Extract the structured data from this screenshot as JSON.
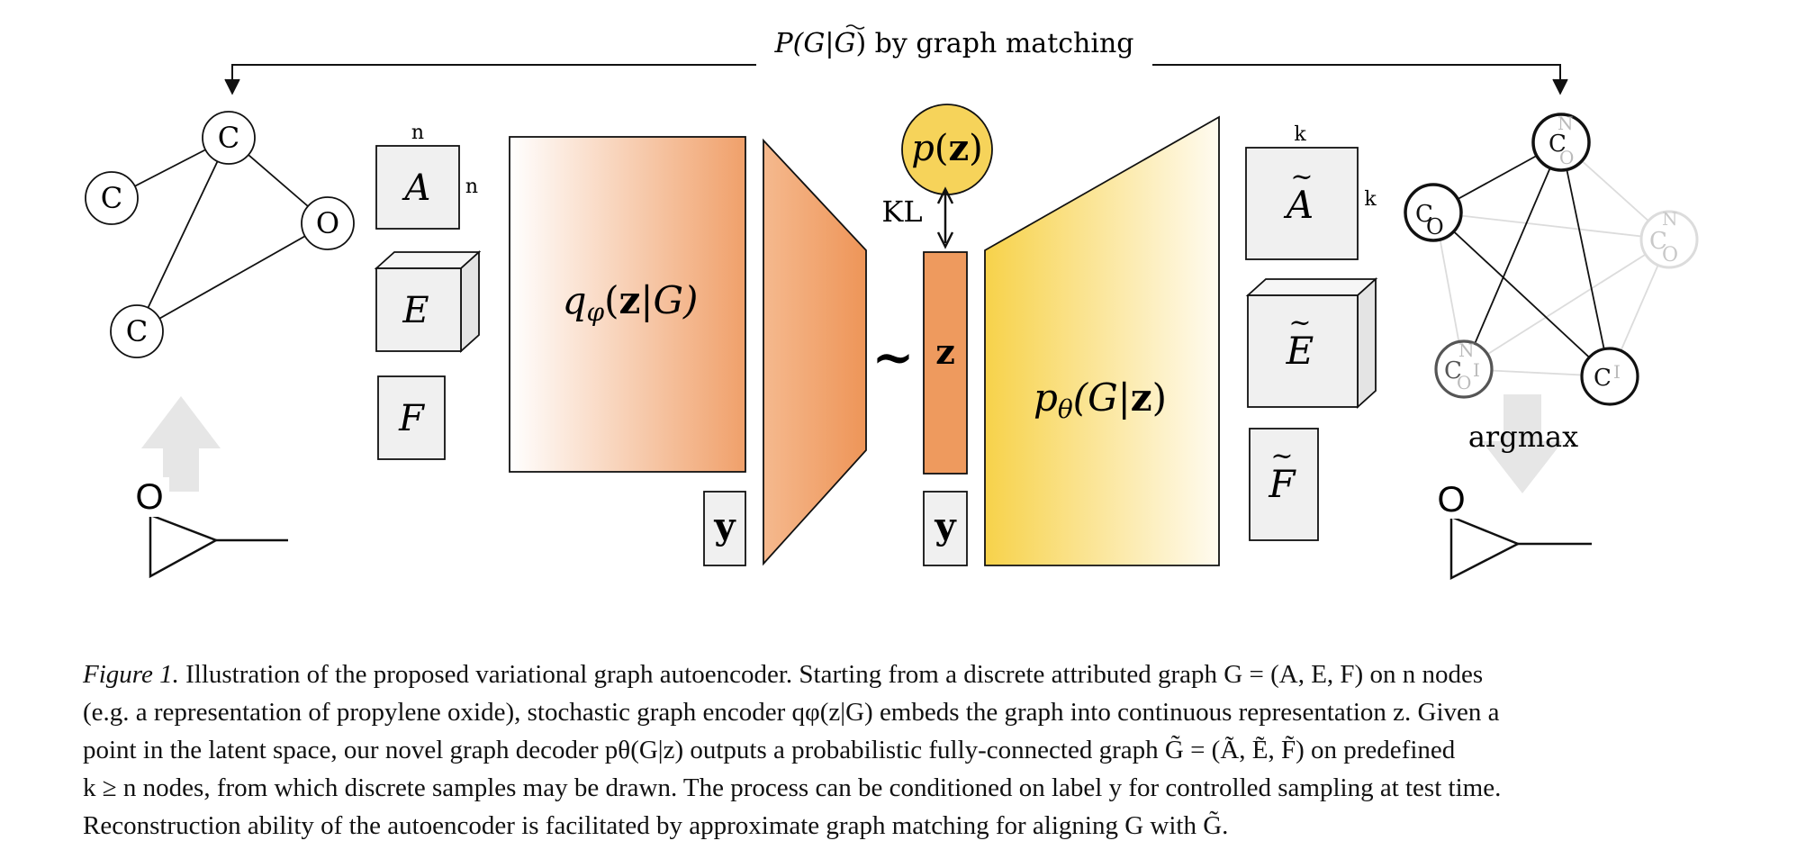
{
  "figure": {
    "top_label": {
      "prefix": "P(G|",
      "gtilde": "G",
      "suffix": ") by graph matching"
    },
    "input_graph": {
      "nodes": [
        "C",
        "C",
        "O",
        "C"
      ]
    },
    "input_matrices": {
      "A": "A",
      "E": "E",
      "F": "F",
      "dim_n_top": "n",
      "dim_n_side": "n"
    },
    "encoder": {
      "q": "q",
      "sub": "φ",
      "open": "(",
      "z": "z",
      "rest": "|G)"
    },
    "label_y_encoder": "y",
    "tilde_symbol": "~",
    "latent_z": "z",
    "label_y_latent": "y",
    "prior": {
      "p": "p",
      "open": "(",
      "z": "z",
      "close": ")"
    },
    "kl_label": "KL",
    "decoder": {
      "p": "p",
      "sub": "θ",
      "rest_open": "(G|",
      "z": "z",
      "close": ")"
    },
    "output_matrices": {
      "A": "A",
      "E": "E",
      "F": "F",
      "tilde": "~",
      "dim_k_top": "k",
      "dim_k_side": "k"
    },
    "output_graph": {
      "node_labels": [
        "C",
        "N",
        "O",
        "C",
        "O",
        "C",
        "N",
        "O",
        "C",
        "N",
        "O",
        "I",
        "C",
        "I"
      ]
    },
    "argmax_label": "argmax",
    "molecule_atom_left": "O",
    "molecule_atom_right": "O",
    "colors": {
      "encoder_orange": "#f0a06a",
      "latent_orange": "#ee9a5e",
      "decoder_yellow": "#f7d24a",
      "prior_yellow": "#f6d35a",
      "matrix_gray": "#f0f0f0",
      "arrow_gray": "#e6e6e6"
    }
  },
  "caption": {
    "label": "Figure 1.",
    "line1": "Illustration of the proposed variational graph autoencoder. Starting from a discrete attributed graph G = (A, E, F) on n nodes",
    "line2": "(e.g. a representation of propylene oxide), stochastic graph encoder qφ(z|G) embeds the graph into continuous representation z. Given a",
    "line3": "point in the latent space, our novel graph decoder pθ(G|z) outputs a probabilistic fully-connected graph G̃ = (Ã, Ẽ, F̃) on predefined",
    "line4": "k ≥ n nodes, from which discrete samples may be drawn. The process can be conditioned on label y for controlled sampling at test time.",
    "line5": "Reconstruction ability of the autoencoder is facilitated by approximate graph matching for aligning G with G̃."
  }
}
